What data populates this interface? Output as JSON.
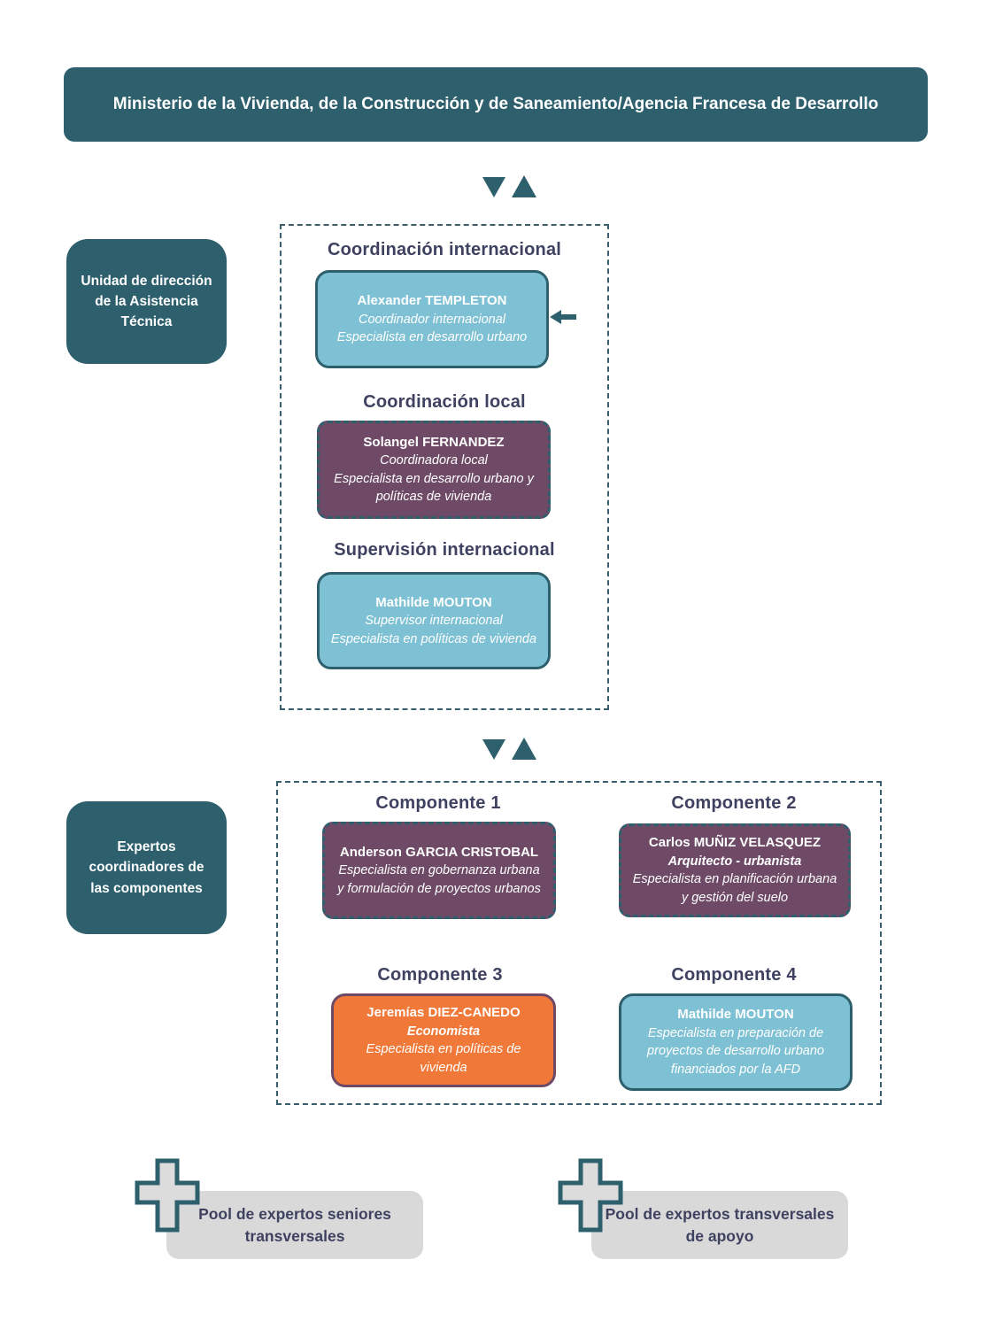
{
  "header": {
    "title": "Ministerio de la Vivienda, de la Construcción y de Saneamiento/Agencia Francesa de Desarrollo"
  },
  "side_labels": {
    "direction_unit": "Unidad de dirección de la Asistencia Técnica",
    "component_experts": "Expertos coordinadores de las componentes"
  },
  "coordination_panel": {
    "sections": [
      {
        "heading": "Coordinación internacional",
        "name": "Alexander TEMPLETON",
        "role": "Coordinador internacional",
        "specialty": "Especialista en desarrollo urbano"
      },
      {
        "heading": "Coordinación local",
        "name": "Solangel FERNANDEZ",
        "role": "Coordinadora local",
        "specialty": "Especialista en desarrollo urbano y políticas de vivienda"
      },
      {
        "heading": "Supervisión internacional",
        "name": "Mathilde MOUTON",
        "role": "Supervisor internacional",
        "specialty": "Especialista en políticas de vivienda"
      }
    ]
  },
  "components_panel": {
    "items": [
      {
        "heading": "Componente 1",
        "name": "Anderson GARCIA CRISTOBAL",
        "specialty": "Especialista en gobernanza urbana y formulación de proyectos urbanos"
      },
      {
        "heading": "Componente 2",
        "name": "Carlos MUÑIZ VELASQUEZ",
        "role": "Arquitecto - urbanista",
        "specialty": "Especialista en planificación urbana y gestión del suelo"
      },
      {
        "heading": "Componente 3",
        "name": "Jeremías DIEZ-CANEDO",
        "role": "Economista",
        "specialty": "Especialista en políticas de vivienda"
      },
      {
        "heading": "Componente 4",
        "name": "Mathilde MOUTON",
        "specialty": "Especialista en preparación de proyectos de desarrollo urbano financiados por la AFD"
      }
    ]
  },
  "pools": [
    {
      "label": "Pool de expertos seniores transversales"
    },
    {
      "label": "Pool de expertos transversales de apoyo"
    }
  ],
  "colors": {
    "teal_dark": "#2d5f6d",
    "light_blue": "#7fc1d4",
    "purple": "#6e4a66",
    "orange": "#f0793a",
    "gray": "#d9d9d9",
    "heading_navy": "#3e4260"
  }
}
